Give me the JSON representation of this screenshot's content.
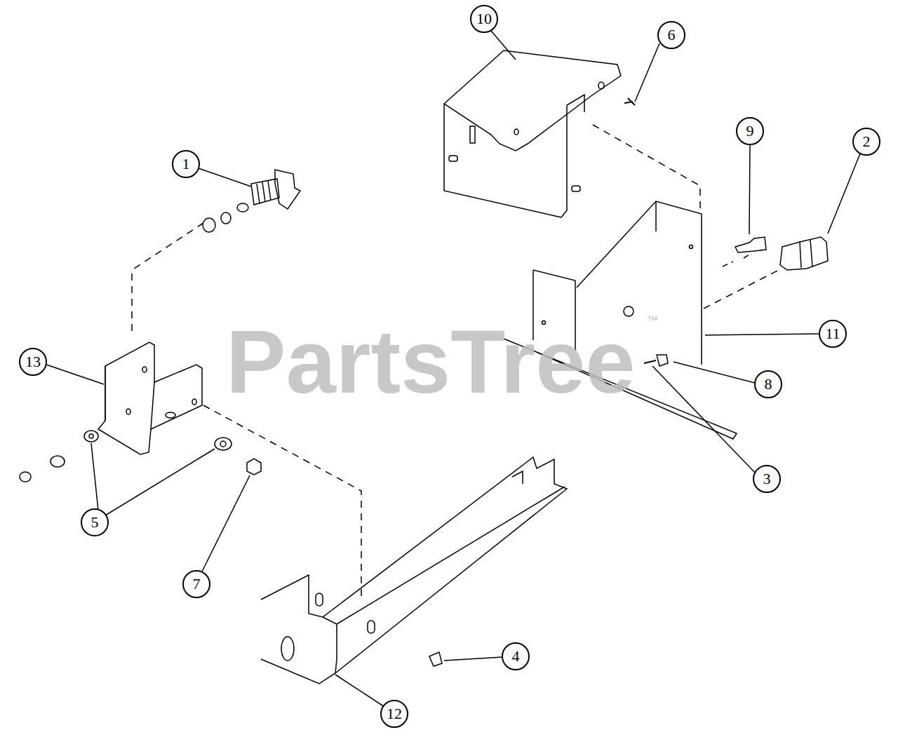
{
  "diagram": {
    "labels": [
      "10",
      "6",
      "9",
      "2",
      "1",
      "11",
      "13",
      "8",
      "3",
      "5",
      "7",
      "4",
      "12",
      "PartsTree",
      "™"
    ]
  }
}
